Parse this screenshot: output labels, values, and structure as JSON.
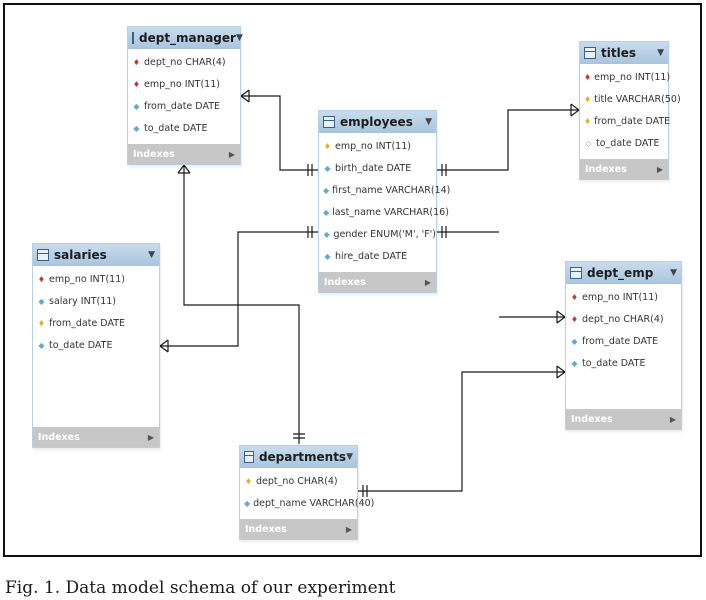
{
  "tables": {
    "dept_manager": {
      "name": "dept_manager",
      "columns": [
        {
          "text": "dept_no CHAR(4)",
          "icon": "pk"
        },
        {
          "text": "emp_no INT(11)",
          "icon": "pk"
        },
        {
          "text": "from_date DATE",
          "icon": "dm"
        },
        {
          "text": "to_date DATE",
          "icon": "dm"
        }
      ],
      "indexes": "Indexes"
    },
    "titles": {
      "name": "titles",
      "columns": [
        {
          "text": "emp_no INT(11)",
          "icon": "pk"
        },
        {
          "text": "title VARCHAR(50)",
          "icon": "yk"
        },
        {
          "text": "from_date DATE",
          "icon": "yk"
        },
        {
          "text": "to_date DATE",
          "icon": "dw"
        }
      ],
      "indexes": "Indexes"
    },
    "employees": {
      "name": "employees",
      "columns": [
        {
          "text": "emp_no INT(11)",
          "icon": "yk"
        },
        {
          "text": "birth_date DATE",
          "icon": "dm"
        },
        {
          "text": "first_name VARCHAR(14)",
          "icon": "dm"
        },
        {
          "text": "last_name VARCHAR(16)",
          "icon": "dm"
        },
        {
          "text": "gender ENUM('M', 'F')",
          "icon": "dm"
        },
        {
          "text": "hire_date DATE",
          "icon": "dm"
        }
      ],
      "indexes": "Indexes"
    },
    "salaries": {
      "name": "salaries",
      "columns": [
        {
          "text": "emp_no INT(11)",
          "icon": "pk"
        },
        {
          "text": "salary INT(11)",
          "icon": "dm"
        },
        {
          "text": "from_date DATE",
          "icon": "yk"
        },
        {
          "text": "to_date DATE",
          "icon": "dm"
        }
      ],
      "indexes": "Indexes"
    },
    "dept_emp": {
      "name": "dept_emp",
      "columns": [
        {
          "text": "emp_no INT(11)",
          "icon": "pk"
        },
        {
          "text": "dept_no CHAR(4)",
          "icon": "pk"
        },
        {
          "text": "from_date DATE",
          "icon": "dm"
        },
        {
          "text": "to_date DATE",
          "icon": "dm"
        }
      ],
      "indexes": "Indexes"
    },
    "departments": {
      "name": "departments",
      "columns": [
        {
          "text": "dept_no CHAR(4)",
          "icon": "yk"
        },
        {
          "text": "dept_name VARCHAR(40)",
          "icon": "dm"
        }
      ],
      "indexes": "Indexes"
    }
  },
  "caption": "Fig. 1.  Data model schema of our experiment"
}
